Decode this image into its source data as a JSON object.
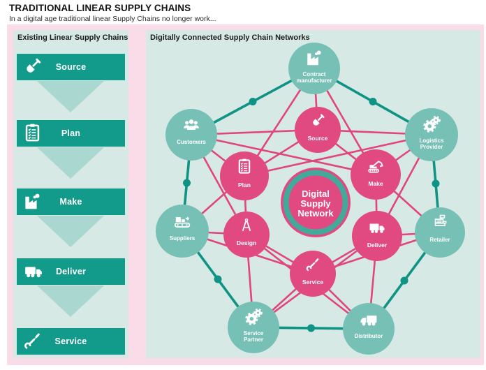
{
  "header": {
    "title": "TRADITIONAL LINEAR SUPPLY CHAINS",
    "subtitle": "In a digital age traditional linear Supply Chains no longer work..."
  },
  "linear": {
    "heading": "Existing Linear Supply Chains",
    "steps": [
      {
        "label": "Source",
        "icon": "shovel-icon"
      },
      {
        "label": "Plan",
        "icon": "clipboard-icon"
      },
      {
        "label": "Make",
        "icon": "factory-icon"
      },
      {
        "label": "Deliver",
        "icon": "truck-icon"
      },
      {
        "label": "Service",
        "icon": "tools-icon"
      }
    ]
  },
  "network": {
    "heading": "Digitally Connected Supply Chain Networks",
    "center": {
      "line1": "Digital",
      "line2": "Supply",
      "line3": "Network"
    },
    "outer_nodes": {
      "contract": {
        "line1": "Contract",
        "line2": "manufacturer",
        "icon": "factory-icon"
      },
      "customers": {
        "line1": "Customers",
        "icon": "people-icon"
      },
      "logistics": {
        "line1": "Logistics",
        "line2": "Provider",
        "icon": "gears-icon"
      },
      "suppliers": {
        "line1": "Suppliers",
        "icon": "conveyor-icon"
      },
      "retailer": {
        "line1": "Retailer",
        "icon": "cash-register-icon"
      },
      "service_partner": {
        "line1": "Service",
        "line2": "Partner",
        "icon": "gears-icon"
      },
      "distributor": {
        "line1": "Distributor",
        "icon": "truck-icon"
      }
    },
    "inner_nodes": {
      "source": {
        "line1": "Source",
        "icon": "shovel-icon"
      },
      "plan": {
        "line1": "Plan",
        "icon": "clipboard-icon"
      },
      "make": {
        "line1": "Make",
        "icon": "excavator-icon"
      },
      "design": {
        "line1": "Design",
        "icon": "compass-icon"
      },
      "deliver": {
        "line1": "Deliver",
        "icon": "truck-icon"
      },
      "service": {
        "line1": "Service",
        "icon": "tools-icon"
      }
    }
  },
  "colors": {
    "teal_dark": "#129a8a",
    "teal_node": "#76c0b6",
    "teal_line": "#0e9385",
    "pink_node": "#e14a80",
    "pink_line": "#e0457c",
    "panel_mint": "#d7e9e4",
    "panel_pink": "#f9dce7",
    "arrow": "#aad7cf"
  }
}
